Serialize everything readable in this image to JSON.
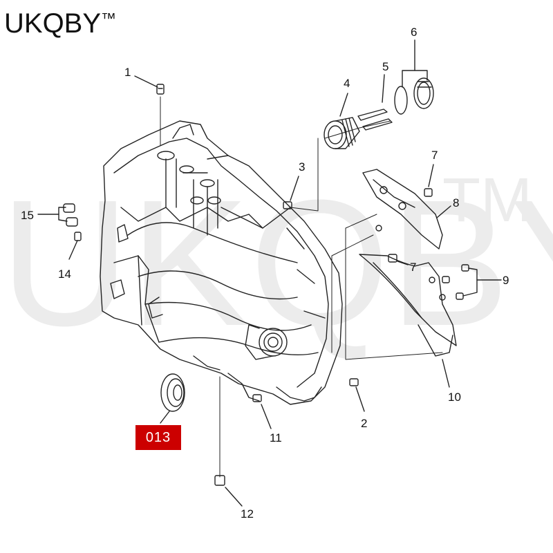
{
  "brand": {
    "name": "UKQBY",
    "mark": "™"
  },
  "watermark": {
    "text": "UKQBY",
    "mark": "TM"
  },
  "colors": {
    "highlight": "#cc0000",
    "line": "#222222",
    "watermark": "#e6e6e6"
  },
  "callouts": {
    "c1": "1",
    "c2": "2",
    "c3": "3",
    "c4": "4",
    "c5": "5",
    "c6": "6",
    "c7a": "7",
    "c7b": "7",
    "c8": "8",
    "c9": "9",
    "c10": "10",
    "c11": "11",
    "c12": "12",
    "c14": "14",
    "c15": "15"
  },
  "highlight_tag": "013"
}
